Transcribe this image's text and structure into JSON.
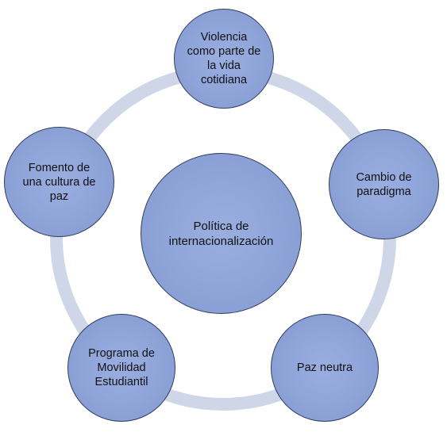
{
  "diagram": {
    "center": {
      "label": "Política de\ninternacionalización"
    },
    "nodes": [
      {
        "label": "Violencia\ncomo parte de\nla vida\ncotidiana"
      },
      {
        "label": "Cambio de\nparadigma"
      },
      {
        "label": "Paz neutra"
      },
      {
        "label": "Programa de\nMovilidad\nEstudiantil"
      },
      {
        "label": "Fomento de\nuna cultura de\npaz"
      }
    ],
    "colors": {
      "node_fill": "#8ea3d8",
      "node_border": "#2f3e5c",
      "ring": "#cfd6e8",
      "text": "#111111"
    }
  }
}
